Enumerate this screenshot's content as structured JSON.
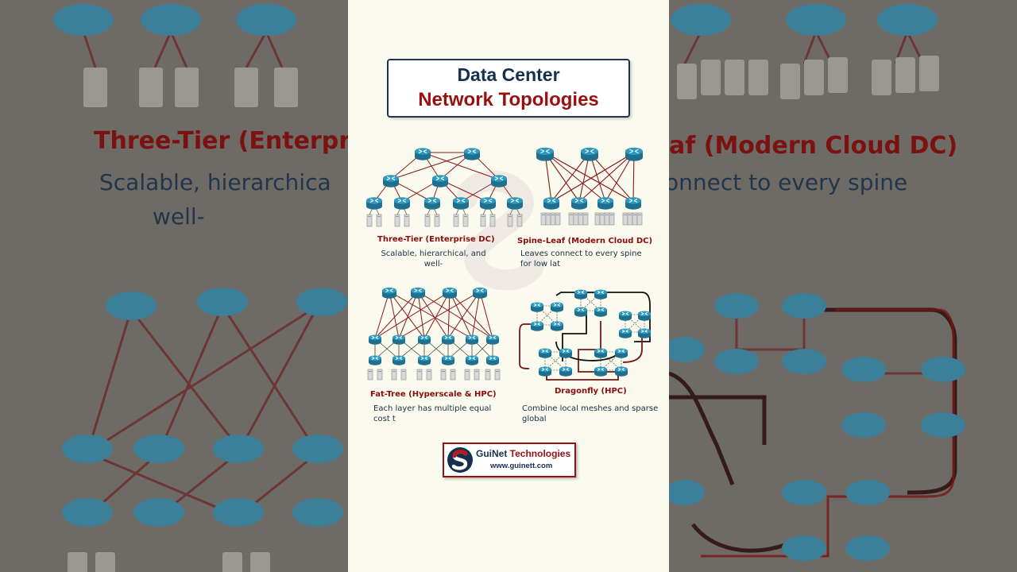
{
  "title": {
    "line1": "Data Center",
    "line2": "Network Topologies"
  },
  "topologies": [
    {
      "name": "Three-Tier (Enterprise DC)",
      "desc": "Scalable, hierarchical, and well-"
    },
    {
      "name": "Spine-Leaf (Modern Cloud DC)",
      "desc": "Leaves connect to every spine for low lat"
    },
    {
      "name": "Fat-Tree (Hyperscale & HPC)",
      "desc": "Each layer has multiple equal cost t"
    },
    {
      "name": "Dragonfly (HPC)",
      "desc": "Combine local meshes and sparse global"
    }
  ],
  "brand": {
    "name_part1": "GuiNet ",
    "name_part2": "Technologies",
    "website": "www.guinett.com"
  },
  "background": {
    "left_heading": "Three-Tier (Enterpr",
    "left_desc_line1": "Scalable, hierarchica",
    "left_desc_line2": "well-",
    "right_heading": "af (Modern Cloud DC)",
    "right_desc_line1": "onnect to every spine"
  },
  "colors": {
    "navy": "#15304f",
    "crimson": "#9a1010",
    "router": "#2f9bbf",
    "link": "#8a1a1a"
  }
}
